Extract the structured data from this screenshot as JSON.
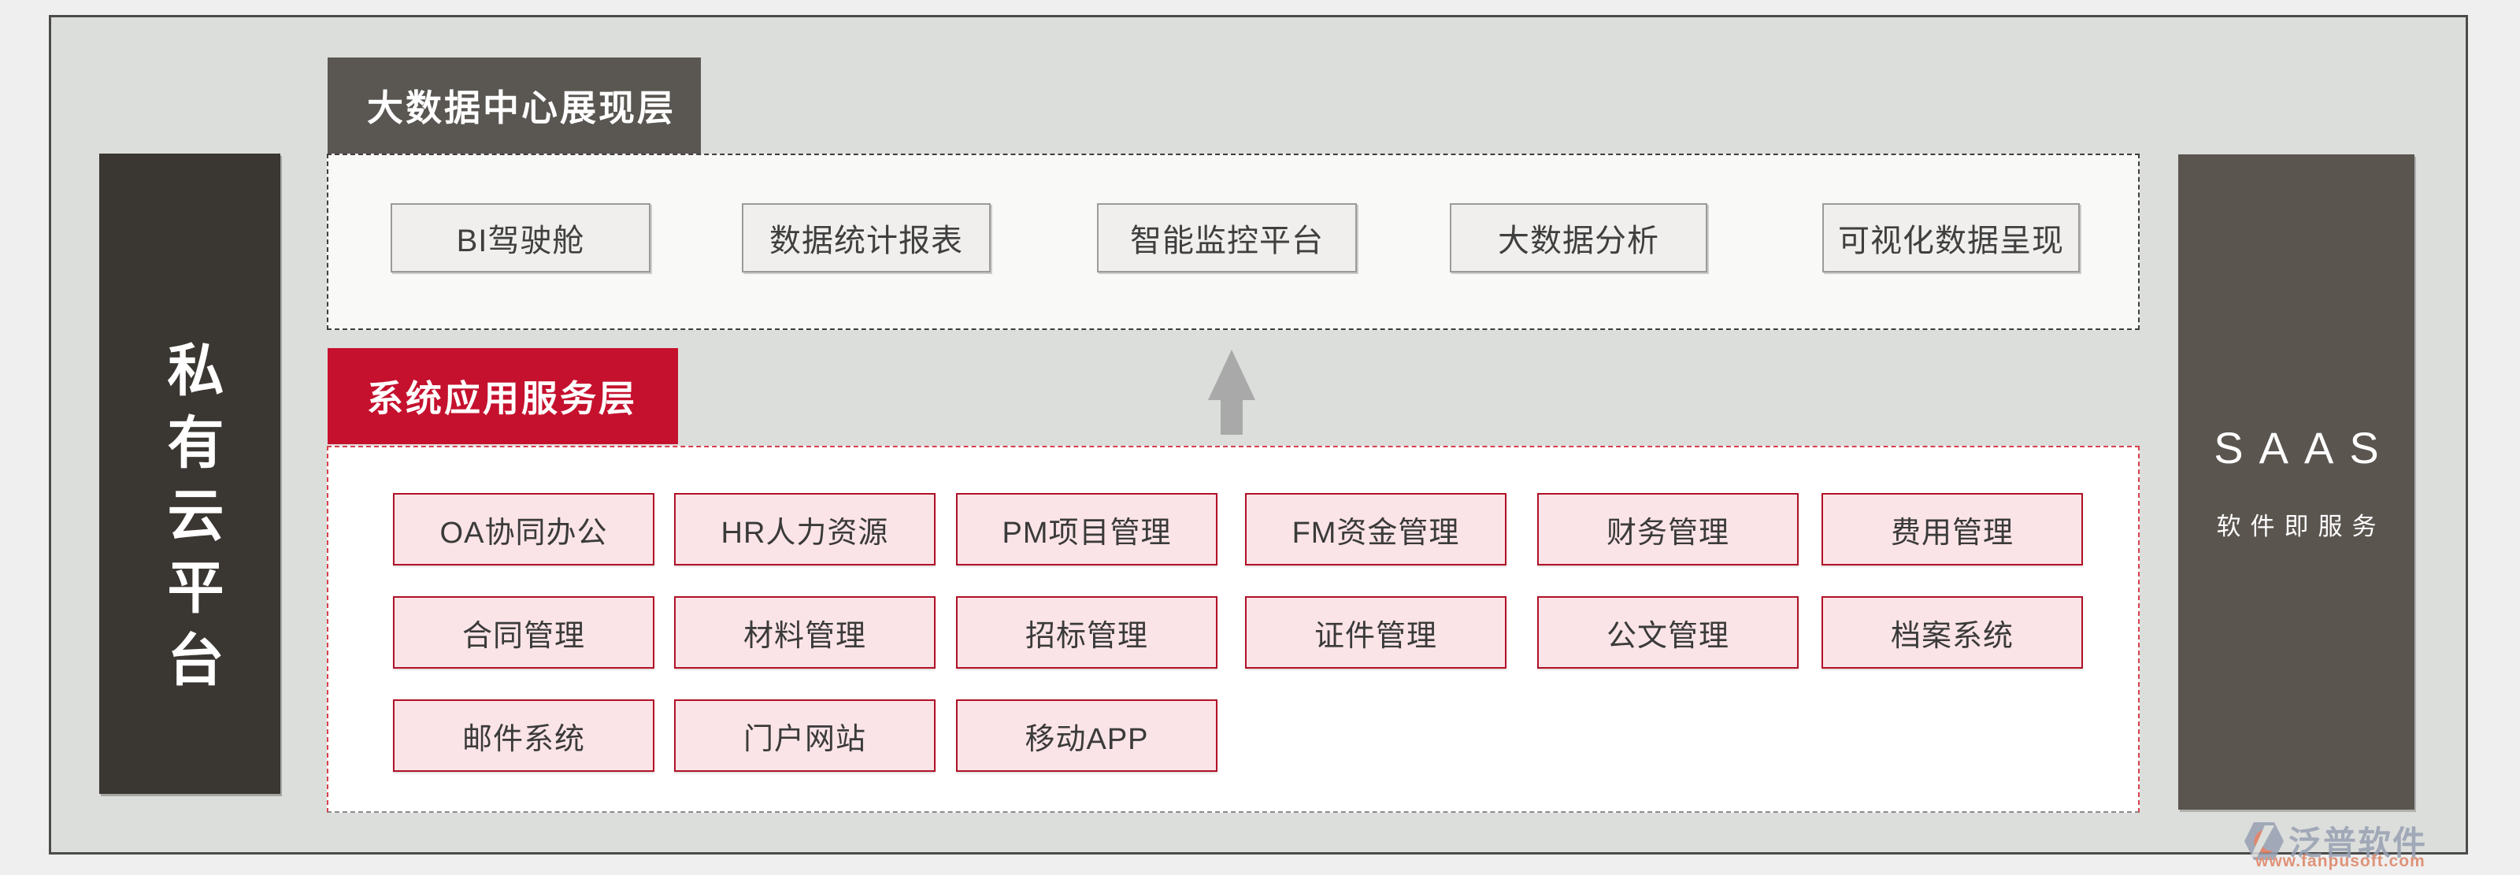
{
  "left_rail": {
    "label": "私有云平台"
  },
  "right_rail": {
    "title": "SAAS",
    "subtitle": "软件即服务"
  },
  "presentation_layer": {
    "header": "大数据中心展现层",
    "items": [
      "BI驾驶舱",
      "数据统计报表",
      "智能监控平台",
      "大数据分析",
      "可视化数据呈现"
    ]
  },
  "application_layer": {
    "header": "系统应用服务层",
    "items": [
      "OA协同办公",
      "HR人力资源",
      "PM项目管理",
      "FM资金管理",
      "财务管理",
      "费用管理",
      "合同管理",
      "材料管理",
      "招标管理",
      "证件管理",
      "公文管理",
      "档案系统",
      "邮件系统",
      "门户网站",
      "移动APP"
    ]
  },
  "watermark": {
    "brand": "泛普软件",
    "url": "www.fanpusoft.com"
  },
  "colors": {
    "accent_red": "#c5112e",
    "pink_fill": "#fbe4e7",
    "pink_border": "#b01127",
    "dark_rail": "#3a3632",
    "gray_header": "#5a5651",
    "saas_rail": "#5b5550",
    "frame_fill": "#dcdedb",
    "frame_border": "#4b4b49",
    "arrow_gray": "#a8a9a8"
  }
}
